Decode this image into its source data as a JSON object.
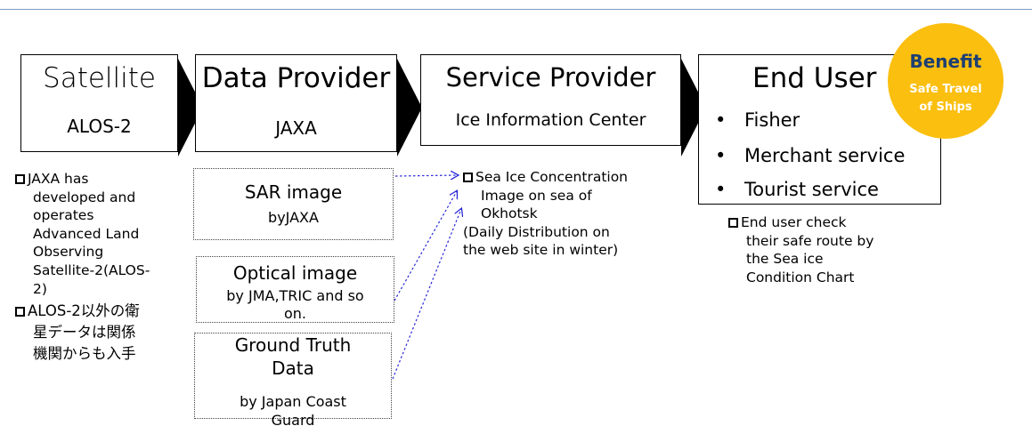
{
  "flow": {
    "satellite": {
      "title": "Satellite",
      "sub": "ALOS-2"
    },
    "data_provider": {
      "title": "Data Provider",
      "sub": "JAXA"
    },
    "service_provider": {
      "title": "Service Provider",
      "sub": "Ice Information Center"
    },
    "end_user": {
      "title": "End User",
      "items": [
        "Fisher",
        "Merchant service",
        "Tourist service"
      ]
    }
  },
  "benefit": {
    "title": "Benefit",
    "line1": "Safe Travel",
    "line2": "of Ships"
  },
  "satellite_notes": {
    "note1": [
      "JAXA has",
      "developed and",
      "operates",
      "Advanced Land",
      "Observing",
      "Satellite-2(ALOS-",
      "2)"
    ],
    "note2": [
      "ALOS-2以外の衛",
      "星データは関係",
      "機関からも入手"
    ]
  },
  "data_sources": [
    {
      "title": "SAR image",
      "sub": [
        "byJAXA"
      ]
    },
    {
      "title": "Optical image",
      "sub": [
        "by JMA,TRIC and so",
        "on."
      ]
    },
    {
      "title_lines": [
        "Ground Truth",
        "Data"
      ],
      "sub": [
        "by Japan Coast",
        "Guard"
      ]
    }
  ],
  "service_note": {
    "lines": [
      "Sea Ice Concentration",
      "Image on sea of",
      "Okhotsk"
    ],
    "paren": [
      "(Daily Distribution on",
      "the web site in winter)"
    ]
  },
  "end_user_note": [
    "End user check",
    "their safe route by",
    "the Sea ice",
    "Condition Chart"
  ],
  "colors": {
    "benefit_fill": "#fbbf10",
    "benefit_title": "#1d3f73",
    "benefit_text": "#ffffff",
    "arrow_link": "#2a2ad8",
    "top_rule": "#7a9cc6"
  }
}
